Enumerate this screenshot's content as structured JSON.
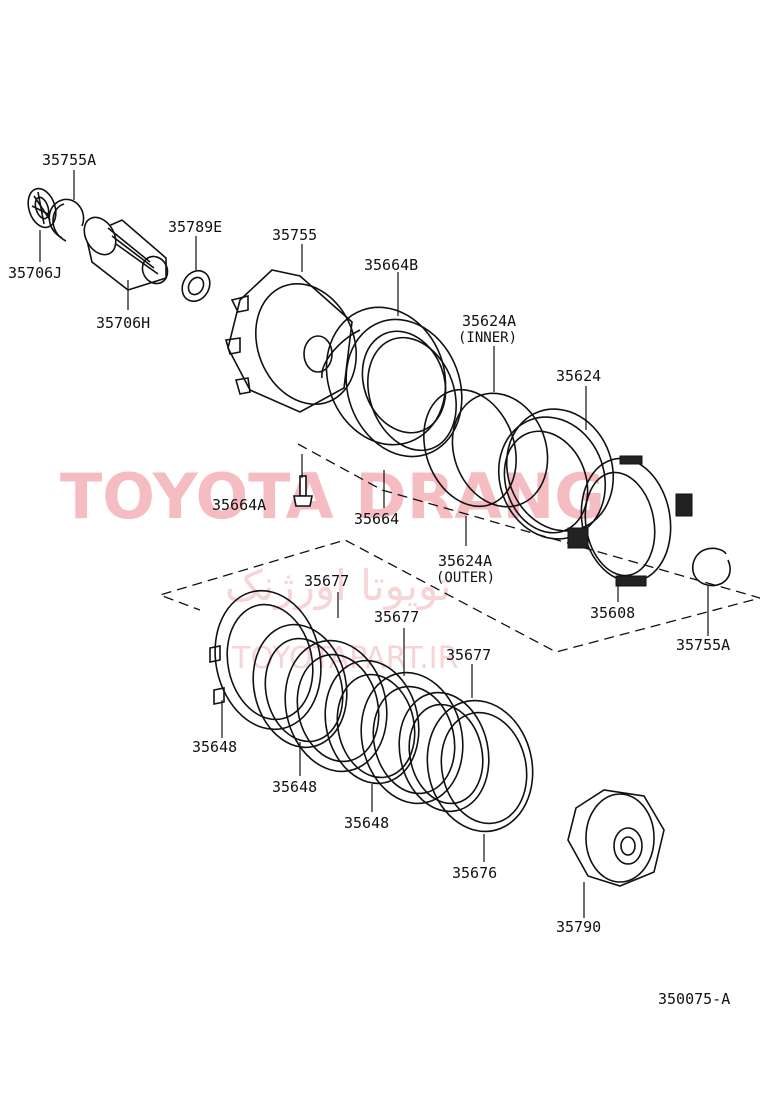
{
  "watermark": {
    "brand": "TOYOTA DRANG",
    "farsi": "تویوتا اورژنک",
    "site": "TOYOTAPART.IR"
  },
  "labels": {
    "p35755A_top": "35755A",
    "p35706J": "35706J",
    "p35706H": "35706H",
    "p35789E": "35789E",
    "p35755": "35755",
    "p35664B": "35664B",
    "p35624A_inner": "35624A",
    "p35624A_inner_note": "(INNER)",
    "p35624": "35624",
    "p35664A": "35664A",
    "p35664": "35664",
    "p35624A_outer": "35624A",
    "p35624A_outer_note": "(OUTER)",
    "p35608": "35608",
    "p35755A_right": "35755A",
    "p35677_a": "35677",
    "p35677_b": "35677",
    "p35677_c": "35677",
    "p35648_a": "35648",
    "p35648_b": "35648",
    "p35648_c": "35648",
    "p35676": "35676",
    "p35790": "35790",
    "figure_code": "350075-A"
  }
}
